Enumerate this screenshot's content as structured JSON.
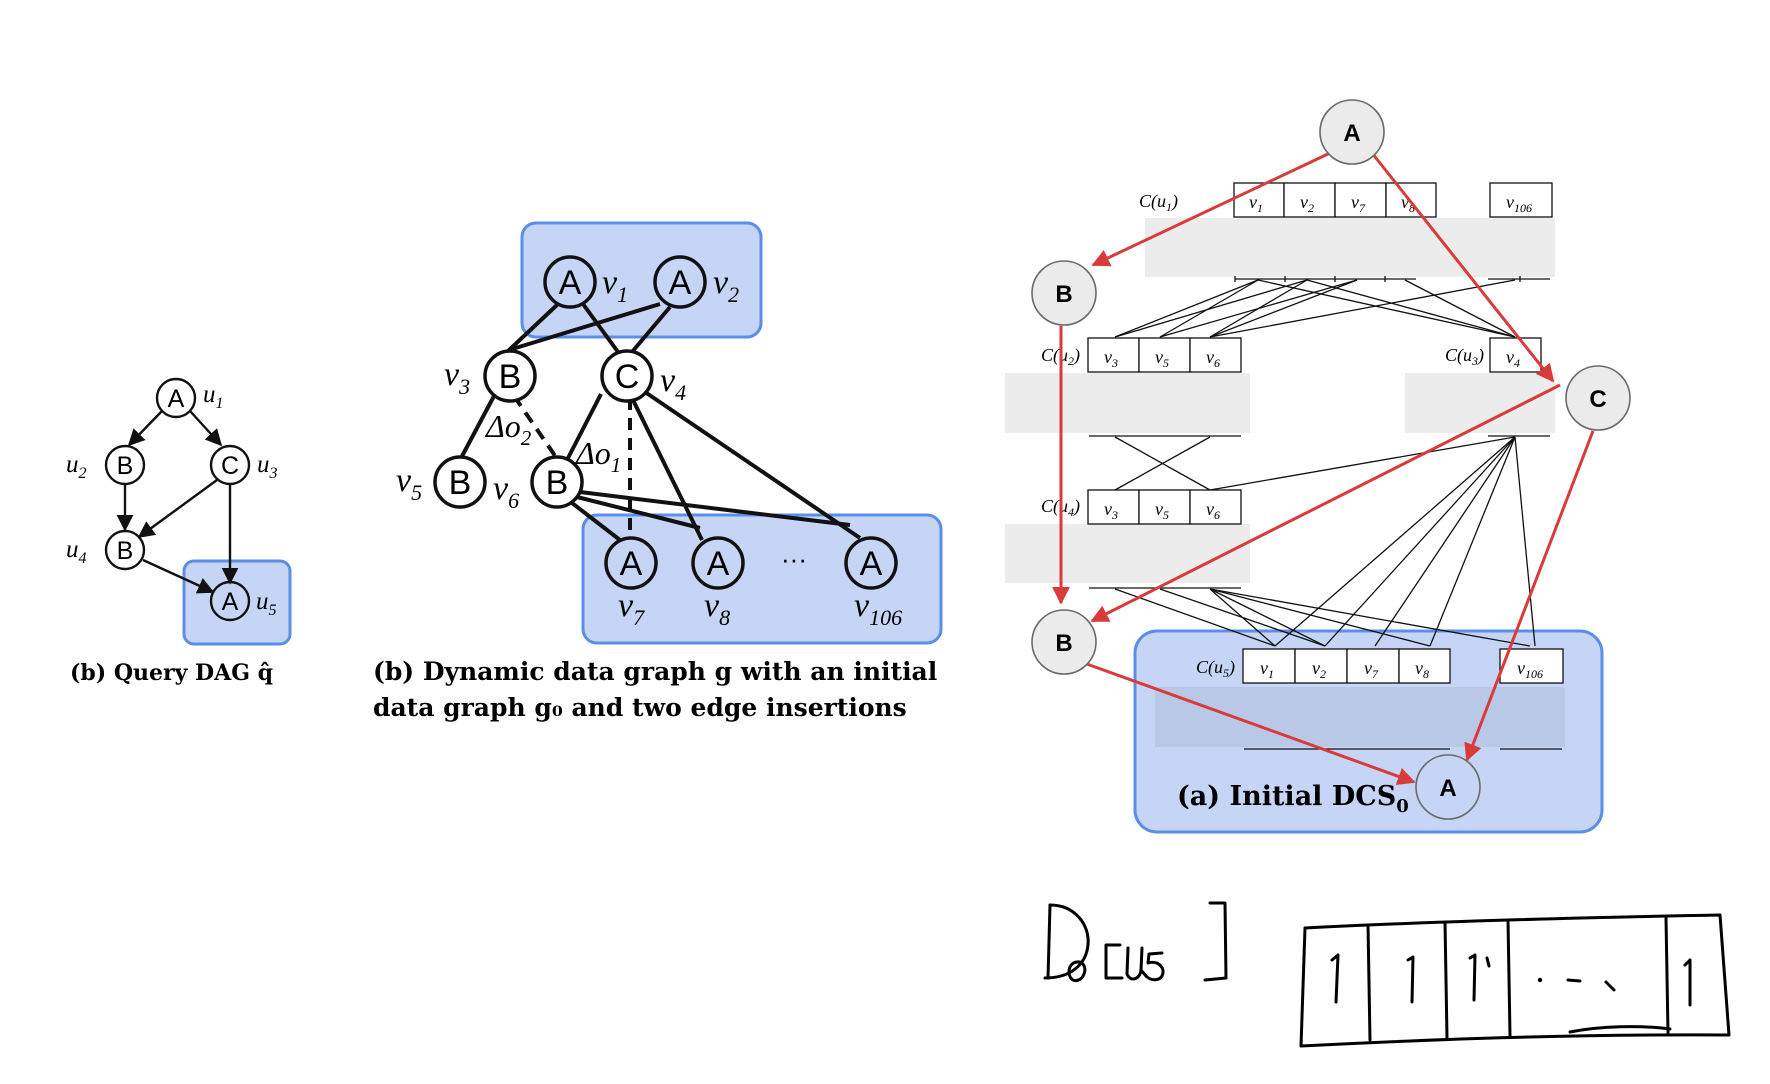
{
  "query_dag": {
    "caption": "(b) Query DAG q̂",
    "nodes": [
      {
        "label": "A",
        "name": "u",
        "sub": "1"
      },
      {
        "label": "B",
        "name": "u",
        "sub": "2"
      },
      {
        "label": "C",
        "name": "u",
        "sub": "3"
      },
      {
        "label": "B",
        "name": "u",
        "sub": "4"
      },
      {
        "label": "A",
        "name": "u",
        "sub": "5"
      }
    ]
  },
  "data_graph": {
    "caption_line1": "(b) Dynamic data graph g with an initial",
    "caption_line2": "data graph g₀ and two edge insertions",
    "nodes": [
      {
        "label": "A",
        "name": "v",
        "sub": "1"
      },
      {
        "label": "A",
        "name": "v",
        "sub": "2"
      },
      {
        "label": "B",
        "name": "v",
        "sub": "3"
      },
      {
        "label": "C",
        "name": "v",
        "sub": "4"
      },
      {
        "label": "B",
        "name": "v",
        "sub": "5"
      },
      {
        "label": "B",
        "name": "v",
        "sub": "6"
      },
      {
        "label": "A",
        "name": "v",
        "sub": "7"
      },
      {
        "label": "A",
        "name": "v",
        "sub": "8"
      },
      {
        "label": "A",
        "name": "v",
        "sub": "106"
      }
    ],
    "ellipsis": "···",
    "delta1": {
      "name": "Δo",
      "sub": "1"
    },
    "delta2": {
      "name": "Δo",
      "sub": "2"
    }
  },
  "dcs": {
    "caption": "(a) Initial DCS",
    "caption_sub": "0",
    "nodes": [
      {
        "label": "A"
      },
      {
        "label": "B"
      },
      {
        "label": "C"
      },
      {
        "label": "B"
      },
      {
        "label": "A"
      }
    ],
    "rows": [
      {
        "label": "C(u",
        "label_sub": "1",
        "label_end": ")",
        "cells": [
          [
            "v",
            "1"
          ],
          [
            "v",
            "2"
          ],
          [
            "v",
            "7"
          ],
          [
            "v",
            "8"
          ]
        ],
        "last": [
          "v",
          "106"
        ]
      },
      {
        "label": "C(u",
        "label_sub": "2",
        "label_end": ")",
        "cells": [
          [
            "v",
            "3"
          ],
          [
            "v",
            "5"
          ],
          [
            "v",
            "6"
          ]
        ]
      },
      {
        "label": "C(u",
        "label_sub": "3",
        "label_end": ")",
        "cells": [
          [
            "v",
            "4"
          ]
        ]
      },
      {
        "label": "C(u",
        "label_sub": "4",
        "label_end": ")",
        "cells": [
          [
            "v",
            "3"
          ],
          [
            "v",
            "5"
          ],
          [
            "v",
            "6"
          ]
        ]
      },
      {
        "label": "C(u",
        "label_sub": "5",
        "label_end": ")",
        "cells": [
          [
            "v",
            "1"
          ],
          [
            "v",
            "2"
          ],
          [
            "v",
            "7"
          ],
          [
            "v",
            "8"
          ]
        ],
        "last": [
          "v",
          "106"
        ]
      }
    ]
  },
  "colors": {
    "highlight_fill": "#c6d5f5",
    "highlight_stroke": "#5b8ee6",
    "arrow_red": "#d93a3a",
    "dcs_node_fill": "#ebebeb"
  }
}
